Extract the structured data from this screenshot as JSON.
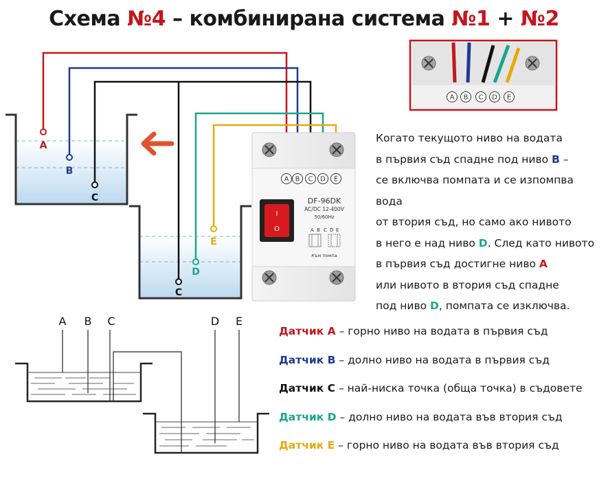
{
  "title": {
    "prefix": "Схема ",
    "number": "№4",
    "middle": " – комбинирана система ",
    "n1": "№1",
    "plus": " + ",
    "n2": "№2"
  },
  "colors": {
    "A": "#c4161c",
    "B": "#1f3a93",
    "C": "#111111",
    "D": "#1aa58f",
    "E": "#e7a90b",
    "arrow": "#e2532d",
    "water": "#cfe4f5"
  },
  "device": {
    "model": "DF-96DK",
    "voltage": "AC/DC 12-400V",
    "frequency": "50/60Hz",
    "label_pump": "Към помпа",
    "terminals": [
      "A",
      "B",
      "C",
      "D",
      "E"
    ]
  },
  "photo_terminals": [
    "A",
    "B",
    "C",
    "D",
    "E"
  ],
  "tank1": {
    "sensors": [
      "A",
      "B",
      "C"
    ]
  },
  "tank2": {
    "sensors": [
      "E",
      "D",
      "C"
    ]
  },
  "schematic": {
    "labels": [
      "A",
      "B",
      "C",
      "D",
      "E"
    ]
  },
  "description": {
    "l1": "Когато текущото ниво на водата",
    "l2a": "в първия съд спадне под ниво ",
    "l2b": "B",
    "l2c": " –",
    "l3": "се включва помпата и се изпомпва вода",
    "l4": "от втория съд, но само ако нивото",
    "l5a": "в него е над ниво ",
    "l5b": "D",
    "l5c": ". След като нивото",
    "l6a": "в първия съд достигне ниво ",
    "l6b": "A",
    "l7": "или нивото в втория съд спадне",
    "l8a": "под ниво ",
    "l8b": "D",
    "l8c": ", помпата се изключва."
  },
  "legend": [
    {
      "name": "Датчик A",
      "text": " – горно ниво на водата в първия съд"
    },
    {
      "name": "Датчик B",
      "text": " – долно ниво на водата в първия съд"
    },
    {
      "name": "Датчик C",
      "text": " – най-ниска точка (обща точка) в съдовете"
    },
    {
      "name": "Датчик D",
      "text": " – долно ниво на водата във втория съд"
    },
    {
      "name": "Датчик E",
      "text": " – горно ниво на водата във втория съд"
    }
  ]
}
